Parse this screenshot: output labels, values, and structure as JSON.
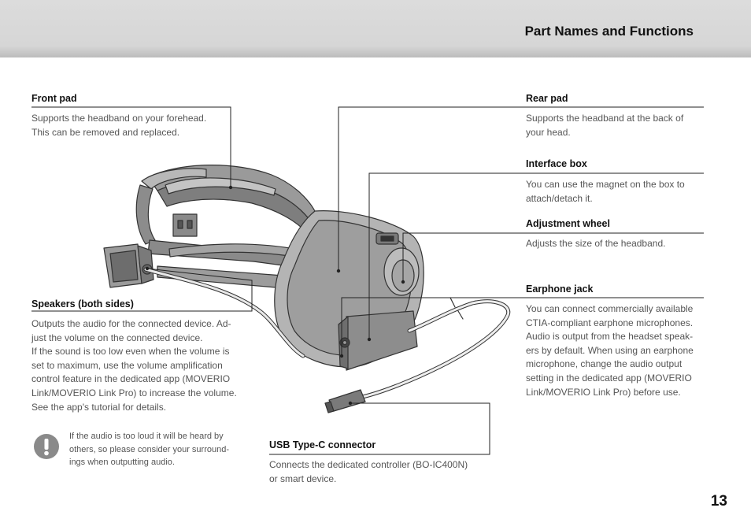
{
  "page": {
    "title": "Part Names and Functions",
    "number": "13"
  },
  "parts": {
    "front_pad": {
      "label": "Front pad",
      "desc": [
        "Supports the headband on your forehead.",
        "This can be removed and replaced."
      ]
    },
    "rear_pad": {
      "label": "Rear pad",
      "desc": [
        "Supports the headband at the back of",
        "your head."
      ]
    },
    "interface_box": {
      "label": "Interface box",
      "desc": [
        "You can use the magnet on the box to",
        "attach/detach it."
      ]
    },
    "adjustment_wheel": {
      "label": "Adjustment wheel",
      "desc": [
        "Adjusts the size of the headband."
      ]
    },
    "earphone_jack": {
      "label": "Earphone jack",
      "desc": [
        "You can connect commercially available",
        "CTIA-compliant earphone microphones.",
        "Audio is output from the headset speak-",
        "ers by default. When using an earphone",
        "microphone, change the audio output",
        "setting in the dedicated app (MOVERIO",
        "Link/MOVERIO Link Pro) before use."
      ]
    },
    "speakers": {
      "label": "Speakers (both sides)",
      "desc": [
        "Outputs the audio for the connected device. Ad-",
        "just the volume on the connected device.",
        "If the sound is too low even when the volume is",
        "set to maximum, use the volume amplification",
        "control feature in the dedicated app (MOVERIO",
        "Link/MOVERIO Link Pro) to increase the volume.",
        "See the app's tutorial for details."
      ]
    },
    "usb_connector": {
      "label": "USB Type-C connector",
      "desc": [
        "Connects the dedicated controller (BO-IC400N)",
        "or smart device."
      ]
    }
  },
  "note": {
    "icon": "caution-icon",
    "lines": [
      "If the audio is too loud it will be heard by",
      "others, so please consider your surround-",
      "ings when outputting audio."
    ]
  }
}
